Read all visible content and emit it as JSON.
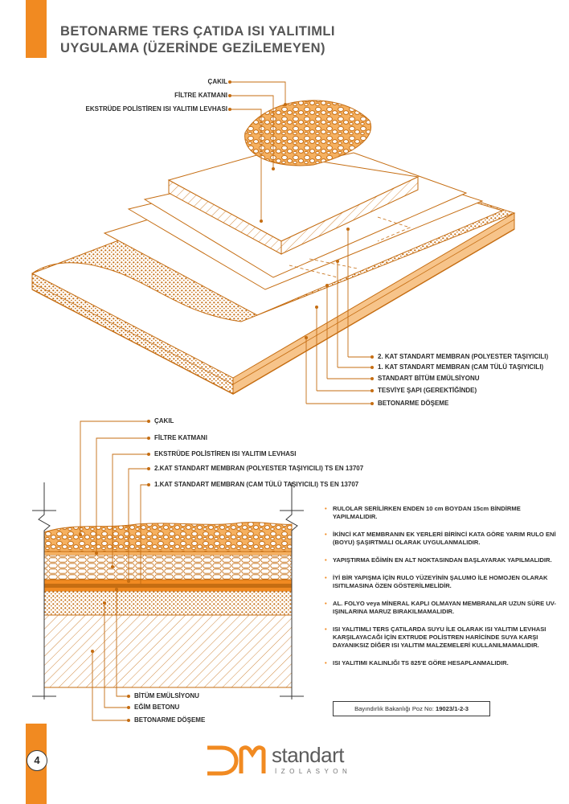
{
  "page_number": "4",
  "title": {
    "line1": "BETONARME TERS ÇATIDA ISI YALITIMLI",
    "line2": "UYGULAMA (ÜZERİNDE GEZİLEMEYEN)"
  },
  "top_diagram": {
    "labels_left": [
      "ÇAKIL",
      "FİLTRE KATMANI",
      "EKSTRÜDE POLİSTİREN ISI YALITIM LEVHASI"
    ],
    "labels_right": [
      "2. KAT STANDART MEMBRAN (POLYESTER TAŞIYICILI)",
      "1. KAT STANDART MEMBRAN (CAM TÜLÜ TAŞIYICILI)",
      "STANDART BİTÜM EMÜLSİYONU",
      "TESVİYE ŞAPI (GEREKTİĞİNDE)",
      "BETONARME DÖŞEME"
    ]
  },
  "section_diagram": {
    "labels_top": [
      "ÇAKIL",
      "FİLTRE KATMANI",
      "EKSTRÜDE POLİSTİREN ISI YALITIM LEVHASI",
      "2.KAT STANDART MEMBRAN (POLYESTER TAŞIYICILI) TS EN 13707",
      "1.KAT STANDART MEMBRAN (CAM TÜLÜ TAŞIYICILI)  TS EN 13707"
    ],
    "labels_bottom": [
      "BİTÜM EMÜLSİYONU",
      "EĞİM BETONU",
      "BETONARME DÖŞEME"
    ]
  },
  "notes": [
    "RULOLAR SERİLİRKEN ENDEN 10 cm BOYDAN 15cm BİNDİRME YAPILMALIDIR.",
    "İKİNCİ KAT MEMBRANIN EK YERLERİ BİRİNCİ KATA GÖRE YARIM RULO ENİ (BOYU) ŞAŞIRTMALI OLARAK UYGULANMALIDIR.",
    "YAPIŞTIRMA EĞİMİN EN ALT NOKTASINDAN BAŞLAYARAK YAPILMALIDIR.",
    "İYİ BİR YAPIŞMA İÇİN RULO YÜZEYİNİN ŞALUMO İLE HOMOJEN OLARAK ISITILMASINA ÖZEN GÖSTERİLMELİDİR.",
    "AL. FOLYO veya MİNERAL KAPLI OLMAYAN MEMBRANLAR UZUN SÜRE UV-IŞINLARINA MARUZ BIRAKILMAMALIDIR.",
    "ISI YALITIMLI TERS ÇATILARDA SUYU İLE OLARAK ISI YALITIM LEVHASI KARŞILAYACAĞI İÇİN EXTRUDE POLİSTREN HARİCİNDE SUYA KARŞI DAYANIKSIZ DİĞER ISI YALITIM MALZEMELERİ KULLANILMAMALIDIR.",
    "ISI YALITIMI KALINLIĞI TS 825'E GÖRE HESAPLANMALIDIR."
  ],
  "poz": {
    "prefix": "Bayındırlık Bakanlığı Poz No:",
    "number": "19023/1-2-3"
  },
  "logo": {
    "word": "standart",
    "sub": "İZOLASYON"
  },
  "colors": {
    "accent": "#f18a21",
    "line": "#c56d12",
    "text": "#2b2b2b"
  }
}
